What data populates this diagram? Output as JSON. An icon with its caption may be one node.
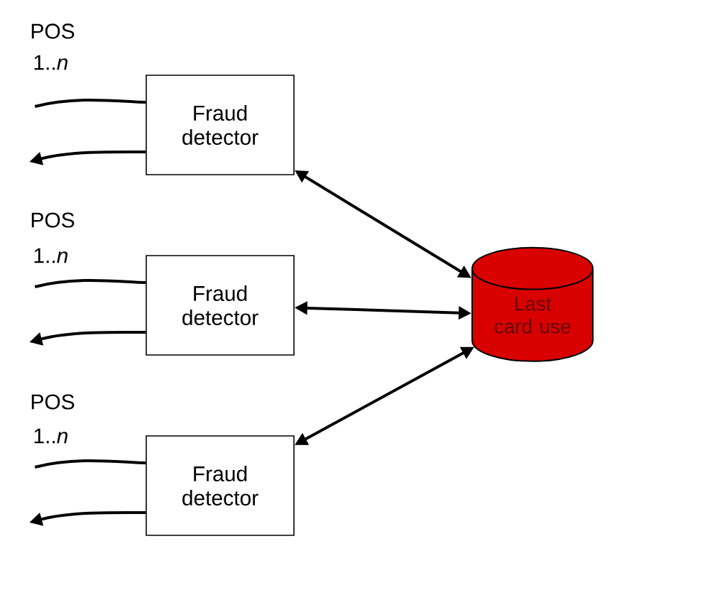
{
  "diagram": {
    "nodes": [
      {
        "text": [
          "Fraud detector"
        ]
      },
      {
        "text": [
          "Fraud detector"
        ]
      },
      {
        "text": [
          "Fraud detector"
        ]
      },
      {
        "text": [
          "Last card use"
        ]
      }
    ],
    "edges": [
      {
        "from": null,
        "to": 0,
        "arrow": "none"
      },
      {
        "from": 0,
        "to": null,
        "arrow": "to"
      },
      {
        "from": null,
        "to": 1,
        "arrow": "none"
      },
      {
        "from": 1,
        "to": null,
        "arrow": "to"
      },
      {
        "from": null,
        "to": 2,
        "arrow": "none"
      },
      {
        "from": 2,
        "to": null,
        "arrow": "to"
      },
      {
        "from": 0,
        "to": 3,
        "arrow": "both"
      },
      {
        "from": 1,
        "to": 3,
        "arrow": "both"
      },
      {
        "from": 2,
        "to": 3,
        "arrow": "both"
      }
    ],
    "labels": [
      "POS",
      "1..*n*",
      "POS",
      "1..*n*",
      "POS",
      "1..*n*"
    ]
  }
}
